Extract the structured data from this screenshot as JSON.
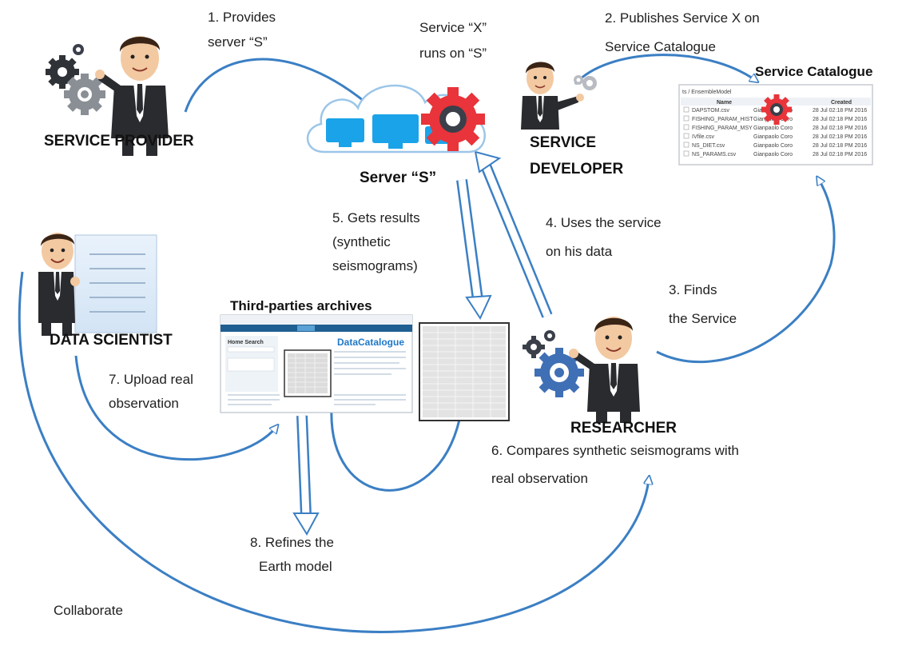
{
  "labels": {
    "step1_line1": "1. Provides",
    "step1_line2": "server “S”",
    "service_line1": "Service “X”",
    "service_line2": "runs on “S”",
    "step2_line1": "2. Publishes  Service X  on",
    "step2_line2": "Service Catalogue",
    "service_catalogue_title": "Service Catalogue",
    "service_provider": "SERVICE  PROVIDER",
    "server_s": "Server “S”",
    "service_developer_line1": "SERVICE",
    "service_developer_line2": "DEVELOPER",
    "step5_line1": "5. Gets results",
    "step5_line2": "(synthetic",
    "step5_line3": "seismograms)",
    "step4_line1": "4. Uses the  service",
    "step4_line2": "on his data",
    "step3_line1": "3. Finds",
    "step3_line2": "the Service",
    "third_parties": "Third-parties archives",
    "data_scientist": "DATA SCIENTIST",
    "step7_line1": "7. Upload real",
    "step7_line2": "observation",
    "researcher": "RESEARCHER",
    "step6_line1": "6. Compares synthetic  seismograms with",
    "step6_line2": "real observation",
    "step8_line1": "8. Refines the",
    "step8_line2": "Earth model",
    "collaborate": "Collaborate"
  },
  "catalogue": {
    "breadcrumb": "ts / EnsembleModel",
    "col_name": "Name",
    "col_created": "Created",
    "rows": [
      {
        "name": "DAPSTOM.csv",
        "owner": "Gianpaolo Coro",
        "created": "28 Jul 02:18 PM 2016"
      },
      {
        "name": "FISHING_PARAM_HIST",
        "owner": "Gianpaolo Coro",
        "created": "28 Jul 02:18 PM 2016"
      },
      {
        "name": "FISHING_PARAM_MSY",
        "owner": "Gianpaolo Coro",
        "created": "28 Jul 02:18 PM 2016"
      },
      {
        "name": "IVfile.csv",
        "owner": "Gianpaolo Coro",
        "created": "28 Jul 02:18 PM 2016"
      },
      {
        "name": "NS_DIET.csv",
        "owner": "Gianpaolo Coro",
        "created": "28 Jul 02:18 PM 2016"
      },
      {
        "name": "NS_PARAMS.csv",
        "owner": "Gianpaolo Coro",
        "created": "28 Jul 02:18 PM 2016"
      }
    ]
  },
  "archive": {
    "heading": "DataCatalogue",
    "sidebar_title": "Home Search"
  },
  "colors": {
    "arrow_blue": "#3b7fc4",
    "arrow_fill": "#ffffff",
    "screen_blue": "#1aa3e8",
    "gear_red": "#e8343a",
    "gear_dark": "#3a3f4a",
    "gear_gray": "#8a8f96",
    "gear_blue": "#3f6fb5"
  },
  "icons": [
    "gear-icon",
    "cloud-icon",
    "monitor-icon",
    "businessman-icon",
    "document-icon",
    "spreadsheet-icon"
  ]
}
